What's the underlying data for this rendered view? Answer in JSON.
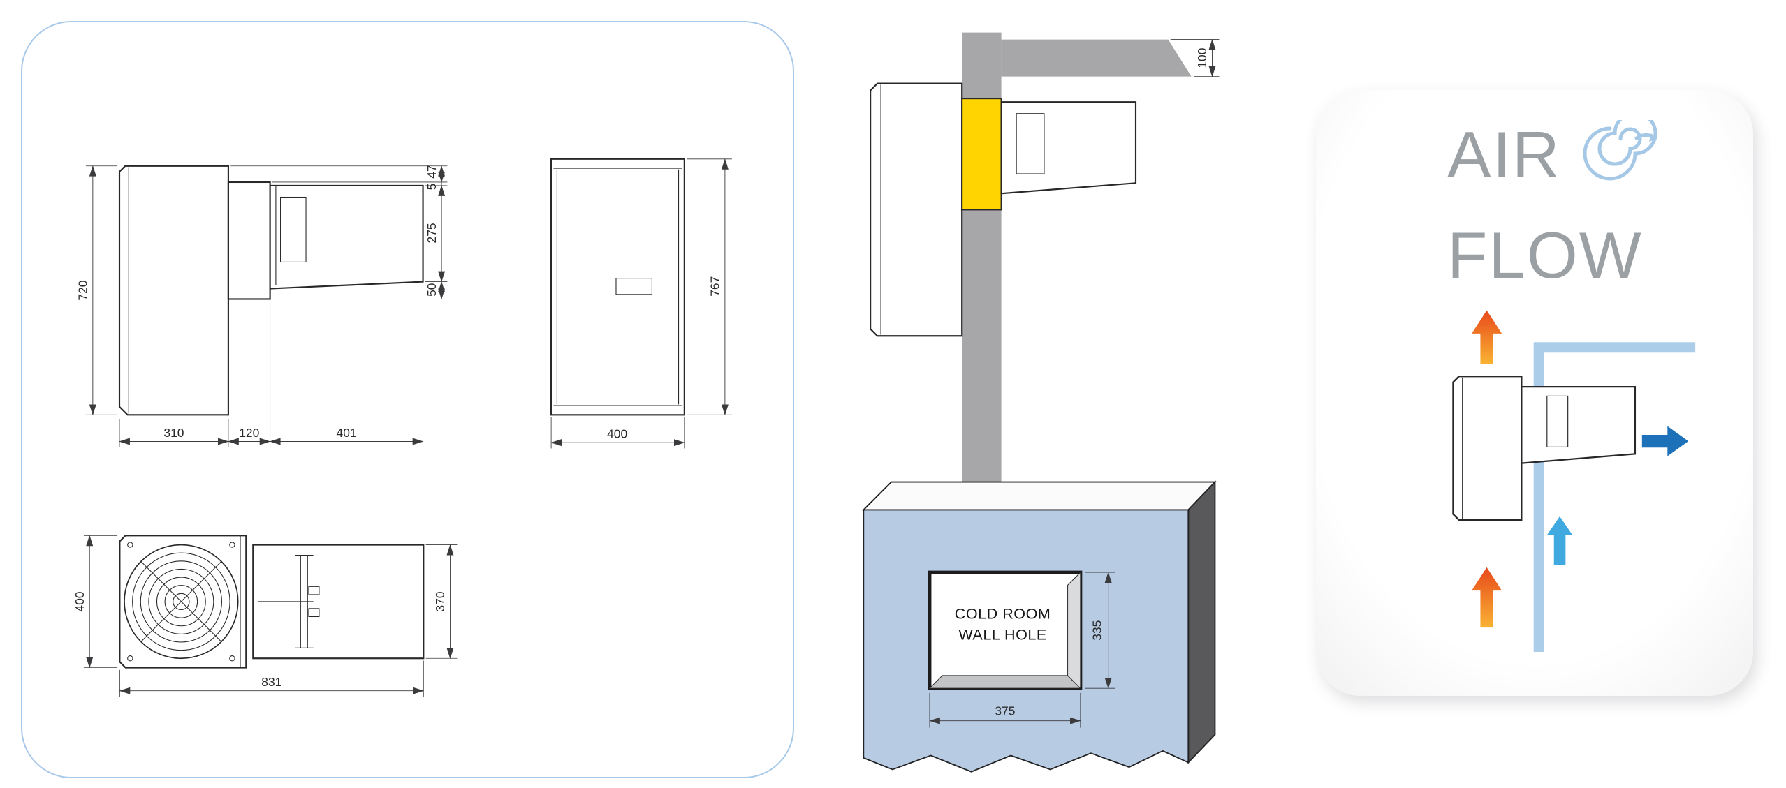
{
  "drawings_panel": {
    "side_view": {
      "dims": {
        "body_height": "720",
        "top_offset": "47",
        "flange_gap": "5",
        "evaporator_height": "275",
        "bottom_clearance": "50",
        "body_depth": "310",
        "wall_section": "120",
        "evaporator_depth": "401"
      }
    },
    "front_view": {
      "dims": {
        "height": "767",
        "width": "400"
      }
    },
    "top_view": {
      "dims": {
        "body_width": "400",
        "evaporator_width": "370",
        "total_length": "831"
      }
    }
  },
  "wall_mount_view": {
    "dims": {
      "wall_thickness": "100"
    }
  },
  "wall_hole_view": {
    "label_line1": "COLD ROOM",
    "label_line2": "WALL HOLE",
    "dims": {
      "hole_width": "375",
      "hole_height": "335"
    }
  },
  "airflow_panel": {
    "title_line1": "AIR",
    "title_line2": "FLOW"
  },
  "colors": {
    "panel_border_blue": "#a9c9e9",
    "wall_gray": "#a7a7a9",
    "gasket_yellow": "#ffd400",
    "cold_room_wall_blue": "#b7cbe3",
    "wall_edge_dark": "#59595b",
    "airflow_pipe_blue": "#abcdea",
    "warm_air_yellow": "#f9b233",
    "warm_air_red": "#e8491b",
    "cold_air_light_blue": "#3fa9e0",
    "cold_air_dark_blue": "#1d71b8",
    "airflow_title_gray": "#9aa0a4",
    "swirl_blue": "#a5c8e6"
  }
}
